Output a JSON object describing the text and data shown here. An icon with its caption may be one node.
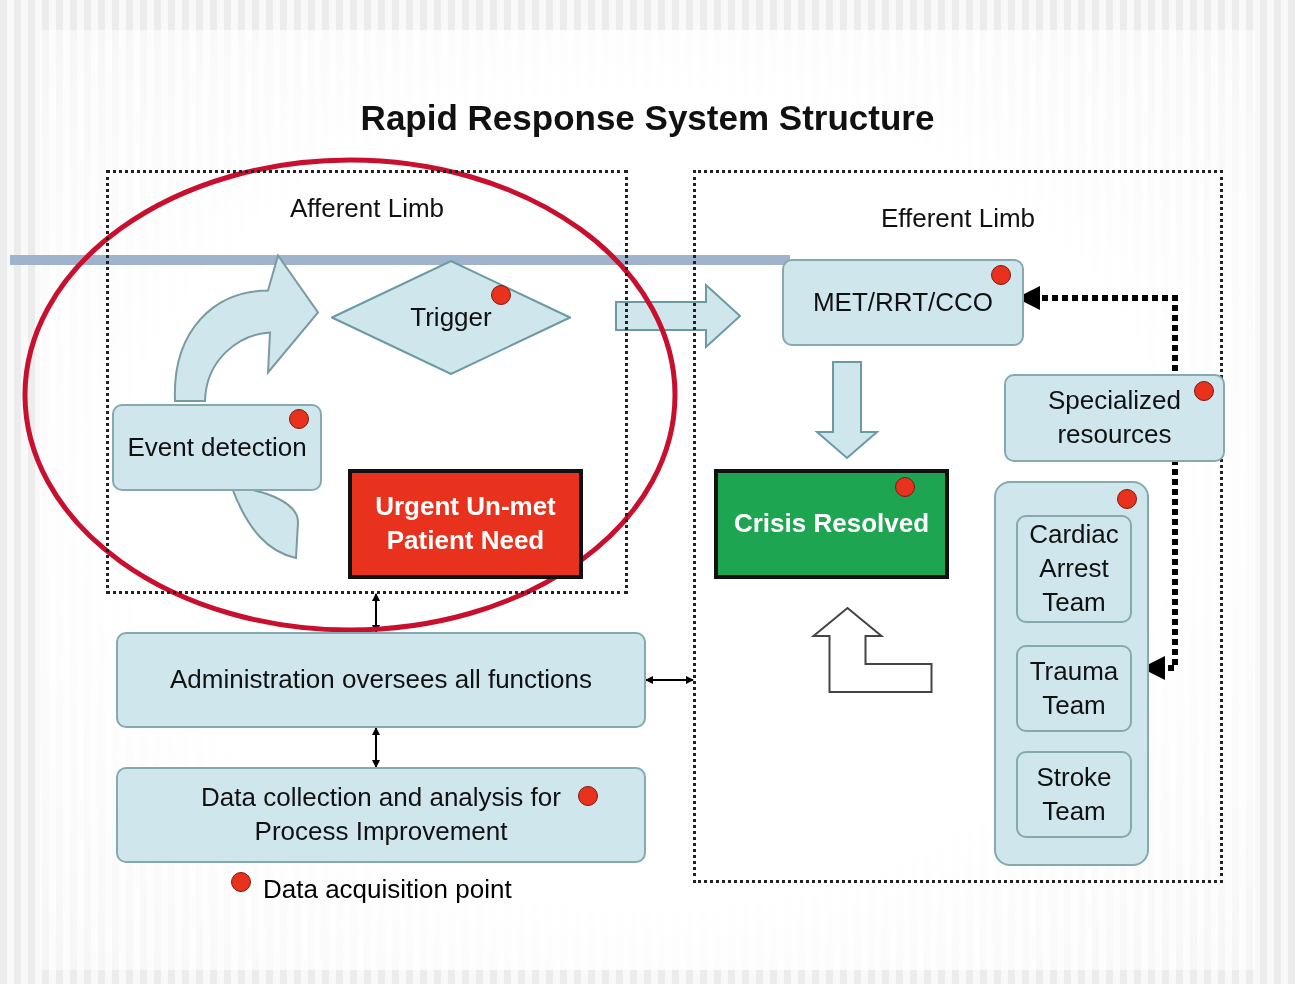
{
  "diagram": {
    "title": "Rapid Response System Structure",
    "nodes": [
      {
        "text": [
          "Afferent Limb"
        ]
      },
      {
        "text": [
          "Trigger"
        ],
        "in": 0
      },
      {
        "text": [
          "Event detection"
        ],
        "in": 0
      },
      {
        "text": [
          "Urgent Un-met Patient Need"
        ],
        "in": 0
      },
      {
        "text": [
          "Efferent Limb"
        ]
      },
      {
        "text": [
          "MET/RRT/CCO"
        ],
        "in": 4
      },
      {
        "text": [
          "Specialized resources"
        ],
        "in": 4
      },
      {
        "text": [
          "Crisis Resolved"
        ],
        "in": 4
      },
      {
        "text": [],
        "shape": "box",
        "in": 4
      },
      {
        "text": [
          "Cardiac Arrest Team"
        ],
        "in": 8
      },
      {
        "text": [
          "Trauma Team"
        ],
        "in": 8
      },
      {
        "text": [
          "Stroke Team"
        ],
        "in": 8
      },
      {
        "text": [
          "Administration oversees all functions"
        ]
      },
      {
        "text": [
          "Data collection and analysis for Process Improvement"
        ]
      }
    ],
    "edges": [
      {
        "from": 2,
        "to": 1,
        "arrow": "to"
      },
      {
        "from": 0,
        "to": 5,
        "arrow": "to"
      },
      {
        "from": 5,
        "to": 7,
        "arrow": "to"
      },
      {
        "from": null,
        "to": 7,
        "arrow": "to"
      },
      {
        "from": 6,
        "to": 5,
        "arrow": "to",
        "style": "dashed"
      },
      {
        "from": 6,
        "to": 8,
        "arrow": "to",
        "style": "dashed"
      },
      {
        "from": 0,
        "to": 12,
        "arrow": "both"
      },
      {
        "from": 12,
        "to": 13,
        "arrow": "both"
      },
      {
        "from": 12,
        "to": 4,
        "arrow": "both"
      }
    ],
    "legend": [
      {
        "text": "Data acquisition point",
        "color": "#e8321e"
      }
    ]
  }
}
